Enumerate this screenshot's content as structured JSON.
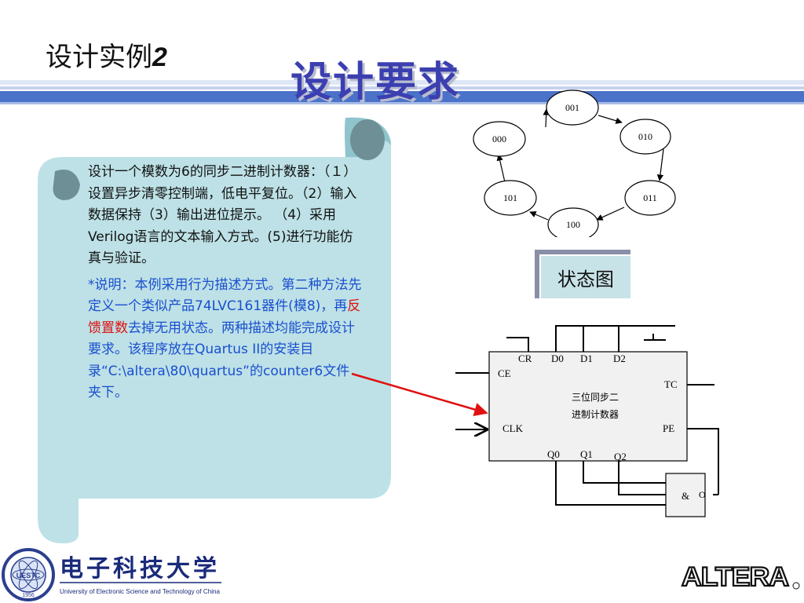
{
  "header": {
    "heading_prefix": "设计实例",
    "heading_number": "2",
    "title": "设计要求"
  },
  "scroll": {
    "description": "设计一个模数为6的同步二进制计数器：（１）设置异步清零控制端，低电平复位。（2）输入数据保持（3）输出进位提示。 （4）采用Verilog语言的文本输入方式。(5)进行功能仿真与验证。",
    "note_before": "*说明：本例采用行为描述方式。第二种方法先定义一个类似产品74LVC161器件(模8)，再",
    "note_highlight": "反馈置数",
    "note_after": "去掉无用状态。两种描述均能完成设计要求。该程序放在Quartus II的安装目录“C:\\altera\\80\\quartus”的counter6文件夹下。"
  },
  "state_diagram": {
    "states": [
      "001",
      "010",
      "011",
      "100",
      "101",
      "000"
    ],
    "label": "状态图"
  },
  "circuit": {
    "top_pins": [
      "CR",
      "D0",
      "D1",
      "D2"
    ],
    "left_pins": [
      "CE",
      "CLK"
    ],
    "right_pins": [
      "TC",
      "PE"
    ],
    "bottom_pins": [
      "Q0",
      "Q1",
      "Q2"
    ],
    "block_text_line1": "三位同步二",
    "block_text_line2": "进制计数器",
    "gate_symbol": "&",
    "gate_output": "O"
  },
  "logos": {
    "university_cn": "电子科技大学",
    "university_en": "University of Electronic Science and Technology of China",
    "seal_text": "UESTC",
    "seal_year": "1956",
    "vendor": "ALTERA"
  },
  "colors": {
    "title": "#3b3fb0",
    "scroll_fill": "#bde1e6",
    "note_text": "#1a4fd0",
    "highlight": "#e01010",
    "stripe_blue": "#4a72c8"
  }
}
